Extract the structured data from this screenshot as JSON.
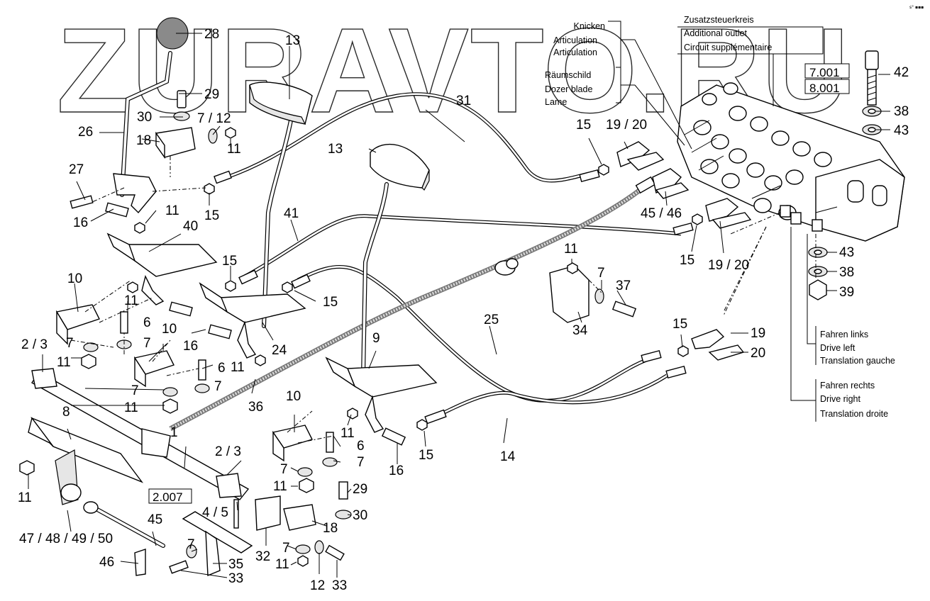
{
  "watermark": "ZURAVTO.RU",
  "corner_mark": "s° ▪▪▪",
  "callouts": {
    "n28": "28",
    "n13a": "13",
    "n29a": "29",
    "n30a": "30",
    "n7_12": "7 / 12",
    "n11a": "11",
    "n26": "26",
    "n18a": "18",
    "n27": "27",
    "n16a": "16",
    "n11b": "11",
    "n15a": "15",
    "n40": "40",
    "n13b": "13",
    "n31": "31",
    "n15b": "15",
    "n19_20a": "19 / 20",
    "n45_46": "45 / 46",
    "n42": "42",
    "n38a": "38",
    "n43a": "43",
    "n41": "41",
    "n15c": "15",
    "n19_20b": "19 / 20",
    "n43b": "43",
    "n38b": "38",
    "n39": "39",
    "n11c": "11",
    "n7a": "7",
    "n37": "37",
    "n34": "34",
    "n15d": "15",
    "n15e": "15",
    "n10a": "10",
    "n11d": "11",
    "n6a": "6",
    "n7b": "7",
    "n11e": "11",
    "n24": "24",
    "n16b": "16",
    "n6b": "6",
    "n7c": "7",
    "n10b": "10",
    "n2_3a": "2 / 3",
    "n11f": "11",
    "n7d": "7",
    "n11g": "11",
    "n7e": "7",
    "n25": "25",
    "n15f": "15",
    "n19": "19",
    "n20": "20",
    "n9": "9",
    "n36": "36",
    "n8": "8",
    "n1": "1",
    "n10c": "10",
    "n11h": "11",
    "n6c": "6",
    "n7f": "7",
    "n7g": "7",
    "n11i": "11",
    "n16c": "16",
    "n15g": "15",
    "n14": "14",
    "n2_3b": "2 / 3",
    "n11j": "11",
    "n29b": "29",
    "n30b": "30",
    "n4_5": "4 / 5",
    "n18b": "18",
    "n45": "45",
    "n47_50": "47 / 48 / 49 / 50",
    "n7h": "7",
    "n32": "32",
    "n7i": "7",
    "n11k": "11",
    "n46": "46",
    "n35": "35",
    "n33a": "33",
    "n12": "12",
    "n33b": "33"
  },
  "references": {
    "ref_7001": "7.001",
    "ref_8001": "8.001",
    "ref_2007": "2.007"
  },
  "legends": {
    "articulation": [
      "Knicken",
      "Articulation",
      "Articulation"
    ],
    "dozer": [
      "Räumschild",
      "Dozer blade",
      "Lame"
    ],
    "additional": [
      "Zusatzsteuerkreis",
      "Additional outlet",
      "Circuit supplémentaire"
    ],
    "drive_left": [
      "Fahren links",
      "Drive left",
      "Translation gauche"
    ],
    "drive_right": [
      "Fahren rechts",
      "Drive right",
      "Translation droite"
    ]
  },
  "colors": {
    "line": "#000000",
    "background": "#ffffff",
    "knob_28": "#8a8a8a"
  }
}
